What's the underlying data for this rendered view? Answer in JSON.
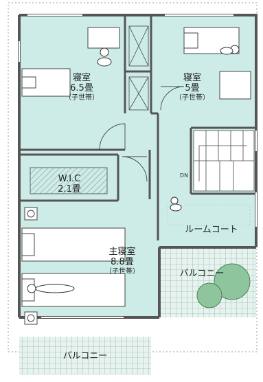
{
  "rooms": {
    "bedroom_left": {
      "name": "寝室",
      "size": "6.5畳",
      "note": "（子世帯）"
    },
    "bedroom_right": {
      "name": "寝室",
      "size": "5畳",
      "note": "（子世帯）"
    },
    "wic": {
      "name": "W.I.C",
      "size": "2.1畳"
    },
    "master_bedroom": {
      "name": "主寝室",
      "size": "8.8畳",
      "note": "（子世帯）"
    },
    "room_coat": {
      "name": "ルームコート"
    },
    "balcony_right": {
      "name": "バルコニー"
    },
    "balcony_bottom": {
      "name": "バルコニー"
    }
  },
  "stairs": {
    "label": "DN"
  },
  "colors": {
    "room_fill": "#cdece7",
    "wall": "#555555",
    "balcony_fill": "#e7f3ef",
    "tree": "#8fc59c"
  }
}
